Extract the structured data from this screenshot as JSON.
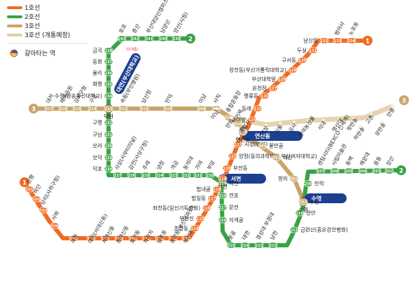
{
  "legend": {
    "items": [
      {
        "label": "1호선",
        "color": "#f06a20",
        "dashed": false
      },
      {
        "label": "2호선",
        "color": "#3aa244",
        "dashed": false
      },
      {
        "label": "3호선",
        "color": "#c9a46a",
        "dashed": false
      },
      {
        "label": "3호선 (개통예정)",
        "color": "#e2cfa6",
        "dashed": true
      }
    ],
    "transfer_label": "갈아타는 역"
  },
  "terminals": {
    "line1_top": "1",
    "line1_left": "1",
    "line2_top": "2",
    "line2_right": "2",
    "line3_left": "3",
    "line3_right": "3"
  },
  "transfer_boxes": {
    "daeyeon": "대연(부산대학교)",
    "yeonsan": "연산동",
    "seomyeon": "서면",
    "suyeong": "수영"
  },
  "notes": {
    "red_note": "(미개통)"
  },
  "stations": [
    {
      "id": "s243",
      "num": "243",
      "label": "호포"
    },
    {
      "id": "s242",
      "num": "242",
      "label": "증산"
    },
    {
      "id": "s241",
      "num": "241",
      "label": "부산대양산캠퍼스"
    },
    {
      "id": "s240",
      "num": "240",
      "label": "남양산"
    },
    {
      "id": "s239",
      "num": "239",
      "label": "양산(시청)"
    },
    {
      "id": "s238",
      "num": "238",
      "label": "금곡"
    },
    {
      "id": "s237",
      "num": "237",
      "label": "동원"
    },
    {
      "id": "s236",
      "num": "236",
      "label": "율리"
    },
    {
      "id": "s235",
      "num": "235",
      "label": "화명"
    },
    {
      "id": "s234",
      "num": "234",
      "label": "수정(방송통신대학교)"
    },
    {
      "id": "s233",
      "num": "233",
      "label": "덕천"
    },
    {
      "id": "s232",
      "num": "232",
      "label": "구명"
    },
    {
      "id": "s231",
      "num": "231",
      "label": "구남"
    },
    {
      "id": "s230",
      "num": "230",
      "label": "모라"
    },
    {
      "id": "s229",
      "num": "229",
      "label": "모덕"
    },
    {
      "id": "s228",
      "num": "228",
      "label": "덕포"
    },
    {
      "id": "s227",
      "num": "227",
      "label": "사상(서부터미널)"
    },
    {
      "id": "s226",
      "num": "226",
      "label": "감전(사상구청)"
    },
    {
      "id": "s225",
      "num": "225",
      "label": "주례"
    },
    {
      "id": "s224",
      "num": "224",
      "label": "냉정"
    },
    {
      "id": "s223",
      "num": "223",
      "label": "개금"
    },
    {
      "id": "s222",
      "num": "222",
      "label": "동의대"
    },
    {
      "id": "s221",
      "num": "221",
      "label": "가야"
    },
    {
      "id": "s220",
      "num": "220",
      "label": "부암"
    },
    {
      "id": "s219",
      "num": "219",
      "label": "서면"
    },
    {
      "id": "s218",
      "num": "218",
      "label": "전포"
    },
    {
      "id": "s217",
      "num": "217",
      "label": "문전"
    },
    {
      "id": "s216",
      "num": "216",
      "label": "지게골"
    },
    {
      "id": "s215",
      "num": "215",
      "label": "못골"
    },
    {
      "id": "s214",
      "num": "214",
      "label": "대연"
    },
    {
      "id": "s213",
      "num": "213",
      "label": "경성대·부경대"
    },
    {
      "id": "s212",
      "num": "212",
      "label": "남천"
    },
    {
      "id": "s211",
      "num": "211",
      "label": "금련산(홍은강안병원)"
    },
    {
      "id": "s210",
      "num": "210",
      "label": "광안"
    },
    {
      "id": "s209",
      "num": "209",
      "label": "수영"
    },
    {
      "id": "s208",
      "num": "208",
      "label": "민락"
    },
    {
      "id": "s207",
      "num": "207",
      "label": "센텀시티(BEXCO·신세계)"
    },
    {
      "id": "s206",
      "num": "206",
      "label": "시립미술관"
    },
    {
      "id": "s205",
      "num": "205",
      "label": "동백"
    },
    {
      "id": "s204",
      "num": "204",
      "label": "해운대"
    },
    {
      "id": "s203",
      "num": "203",
      "label": "중동"
    },
    {
      "id": "s202",
      "num": "202",
      "label": "장산"
    },
    {
      "id": "s134",
      "num": "134",
      "label": "노포동"
    },
    {
      "id": "s133",
      "num": "133",
      "label": "범어사"
    },
    {
      "id": "s132",
      "num": "132",
      "label": "남산동"
    },
    {
      "id": "s131",
      "num": "131",
      "label": "두실"
    },
    {
      "id": "s130",
      "num": "130",
      "label": "구서동"
    },
    {
      "id": "s129",
      "num": "129",
      "label": "장전동(부산가톨릭대학교)"
    },
    {
      "id": "s128",
      "num": "128",
      "label": "부산대학앞"
    },
    {
      "id": "s127",
      "num": "127",
      "label": "온천장"
    },
    {
      "id": "s126",
      "num": "126",
      "label": "명륜동"
    },
    {
      "id": "s125",
      "num": "125",
      "label": "동래"
    },
    {
      "id": "s124",
      "num": "124",
      "label": "교대앞"
    },
    {
      "id": "s123",
      "num": "123",
      "label": "연산동"
    },
    {
      "id": "s122",
      "num": "122",
      "label": "시청(연제)"
    },
    {
      "id": "s121",
      "num": "121",
      "label": "양정(동의과학대학·부산여자대학교)"
    },
    {
      "id": "s120",
      "num": "120",
      "label": "부전동"
    },
    {
      "id": "s119",
      "num": "119",
      "label": "서면"
    },
    {
      "id": "s118",
      "num": "118",
      "label": "범내골"
    },
    {
      "id": "s117",
      "num": "117",
      "label": "범일동"
    },
    {
      "id": "s116",
      "num": "116",
      "label": "좌천동(일신기독병원)"
    },
    {
      "id": "s115",
      "num": "115",
      "label": "부산진"
    },
    {
      "id": "s114",
      "num": "114",
      "label": "초량동"
    },
    {
      "id": "s113",
      "num": "113",
      "label": "부산역"
    },
    {
      "id": "s112",
      "num": "112",
      "label": "중앙동(부산데파트)"
    },
    {
      "id": "s111",
      "num": "111",
      "label": "남포동"
    },
    {
      "id": "s110",
      "num": "110",
      "label": "자갈치"
    },
    {
      "id": "s109",
      "num": "109",
      "label": "토성동"
    },
    {
      "id": "s108",
      "num": "108",
      "label": "동대신동"
    },
    {
      "id": "s107",
      "num": "107",
      "label": "서대신동"
    },
    {
      "id": "s106",
      "num": "106",
      "label": "대티(서대신동)"
    },
    {
      "id": "s105",
      "num": "105",
      "label": "괴정"
    },
    {
      "id": "s104",
      "num": "104",
      "label": "사하"
    },
    {
      "id": "s103",
      "num": "103",
      "label": "당리(사하구청)"
    },
    {
      "id": "s102",
      "num": "102",
      "label": "하단"
    },
    {
      "id": "s101",
      "num": "101",
      "label": "신평"
    },
    {
      "id": "s317",
      "num": "317",
      "label": "대저"
    },
    {
      "id": "s316",
      "num": "316",
      "label": "체육공원"
    },
    {
      "id": "s315",
      "num": "315",
      "label": "강서구청"
    },
    {
      "id": "s314",
      "num": "314",
      "label": "구포"
    },
    {
      "id": "s313",
      "num": "313",
      "label": "덕천"
    },
    {
      "id": "s312",
      "num": "312",
      "label": "숙등(부민병원)"
    },
    {
      "id": "s311",
      "num": "311",
      "label": "남산정"
    },
    {
      "id": "s310",
      "num": "310",
      "label": "만덕"
    },
    {
      "id": "s309",
      "num": "309",
      "label": "미남"
    },
    {
      "id": "s308",
      "num": "308",
      "label": "사직"
    },
    {
      "id": "s307",
      "num": "307",
      "label": "종합운동장"
    },
    {
      "id": "s306",
      "num": "306",
      "label": "거제"
    },
    {
      "id": "s305",
      "num": "305",
      "label": "연산동"
    },
    {
      "id": "s304",
      "num": "304",
      "label": "물만골"
    },
    {
      "id": "s303",
      "num": "303",
      "label": "배산"
    },
    {
      "id": "s302",
      "num": "302",
      "label": "망미"
    },
    {
      "id": "s301",
      "num": "301",
      "label": "수영"
    },
    {
      "id": "s401",
      "num": "",
      "label": "미남"
    },
    {
      "id": "s402",
      "num": "",
      "label": "만평"
    },
    {
      "id": "s403",
      "num": "",
      "label": "충렬사"
    },
    {
      "id": "s404",
      "num": "",
      "label": "명장"
    },
    {
      "id": "s405",
      "num": "",
      "label": "서동"
    },
    {
      "id": "s406",
      "num": "",
      "label": "금사"
    },
    {
      "id": "s407",
      "num": "",
      "label": "반여농산물"
    },
    {
      "id": "s408",
      "num": "",
      "label": "석대"
    },
    {
      "id": "s409",
      "num": "",
      "label": "영산대"
    },
    {
      "id": "s410",
      "num": "",
      "label": "윗반송"
    },
    {
      "id": "s411",
      "num": "",
      "label": "고촌"
    },
    {
      "id": "s412",
      "num": "",
      "label": "안평"
    },
    {
      "id": "s413",
      "num": "",
      "label": "하반송"
    },
    {
      "id": "s414",
      "num": "",
      "label": "상반송"
    }
  ],
  "colors": {
    "line1": "#f06a20",
    "line2": "#3aa244",
    "line3": "#c9a46a",
    "line3_planned": "#e2cfa6",
    "transfer_box": "#1d3f8f"
  }
}
